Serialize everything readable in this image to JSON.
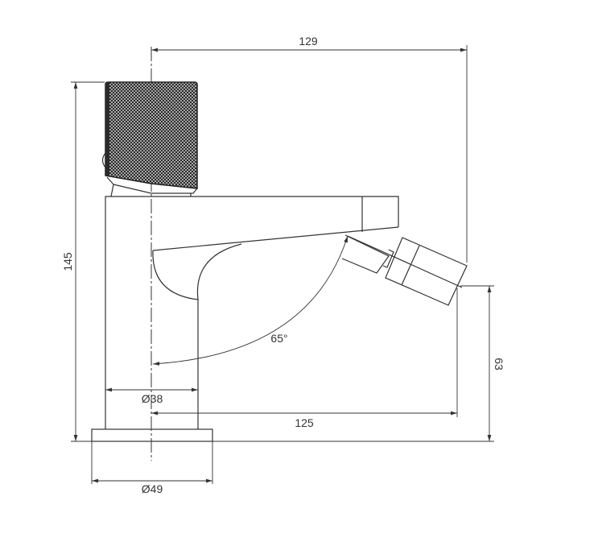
{
  "drawing": {
    "dimensions": {
      "overall_depth": "129",
      "overall_height": "145",
      "outlet_height": "63",
      "spout_reach": "125",
      "body_diameter": "Ø38",
      "base_diameter": "Ø49",
      "swivel_angle": "65°"
    },
    "colors": {
      "line": "#333333",
      "knurl": "#2b2b2b"
    }
  }
}
